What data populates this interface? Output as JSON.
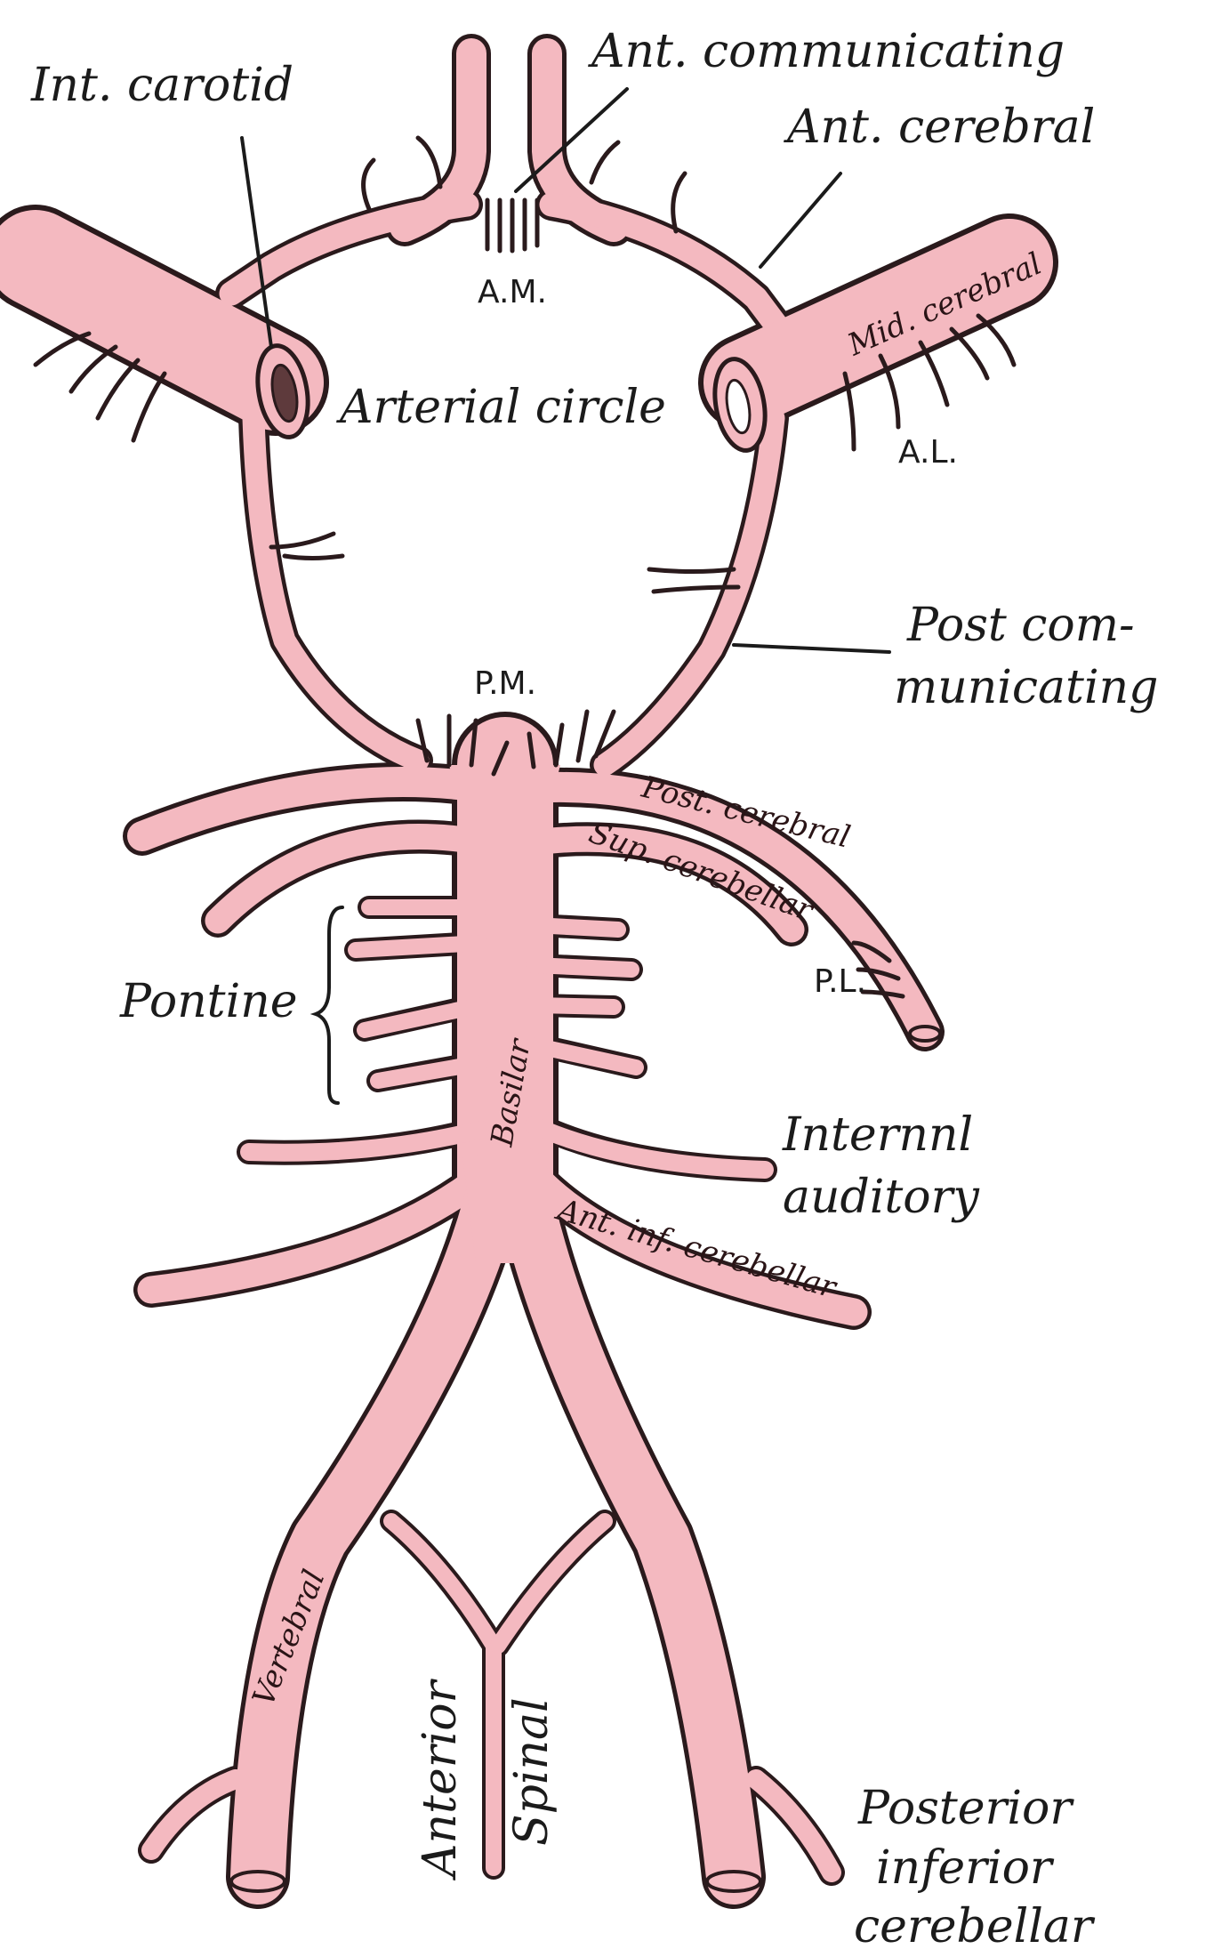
{
  "labels": {
    "int_carotid": "Int. carotid",
    "ant_communicating": "Ant. communicating",
    "ant_cerebral": "Ant. cerebral",
    "mid_cerebral": "Mid. cerebral",
    "am": "A.M.",
    "al": "A.L.",
    "arterial_circle": "Arterial circle",
    "post_communicating_1": "Post com-",
    "post_communicating_2": "municating",
    "pm": "P.M.",
    "post_cerebral": "Post. cerebral",
    "sup_cerebellar": "Sup. cerebellar",
    "pl": "P.L.",
    "pontine": "Pontine",
    "basilar": "Basilar",
    "internal_auditory_1": "Internnl",
    "internal_auditory_2": "auditory",
    "ant_inf_cerebellar": "Ant. inf. cerebellar",
    "vertebral": "Vertebral",
    "anterior": "Anterior",
    "spinal": "Spinal",
    "posterior_inferior_cerebellar_1": "Posterior",
    "posterior_inferior_cerebellar_2": "inferior",
    "posterior_inferior_cerebellar_3": "cerebellar"
  },
  "colors": {
    "artery_fill": "#f4b9c0",
    "artery_outline": "#2a1a1c",
    "background": "#ffffff",
    "text": "#1b1b1b"
  }
}
